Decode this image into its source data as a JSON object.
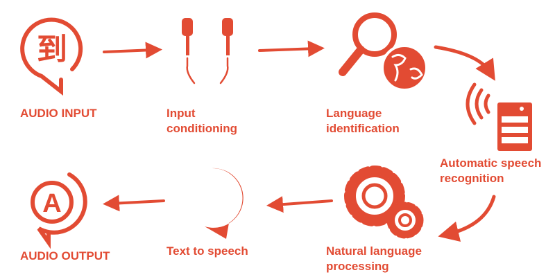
{
  "accent_color": "#e24b33",
  "steps": [
    {
      "id": "audio-input",
      "label": "AUDIO INPUT",
      "icon": "speech-bubble-character-icon",
      "glyph": "到"
    },
    {
      "id": "input-conditioning",
      "line1": "Input",
      "line2": "conditioning",
      "icon": "earphones-icon"
    },
    {
      "id": "language-identification",
      "line1": "Language",
      "line2": "identification",
      "icon": "magnifier-globe-icon"
    },
    {
      "id": "asr",
      "line1": "Automatic speech",
      "line2": "recognition",
      "icon": "server-signal-icon"
    },
    {
      "id": "nlp",
      "line1": "Natural language",
      "line2": "processing",
      "icon": "gears-icon"
    },
    {
      "id": "tts",
      "label": "Text to speech",
      "icon": "chat-bubble-dots-icon"
    },
    {
      "id": "audio-output",
      "label": "AUDIO OUTPUT",
      "icon": "speech-bubble-letter-icon",
      "glyph": "A"
    }
  ]
}
